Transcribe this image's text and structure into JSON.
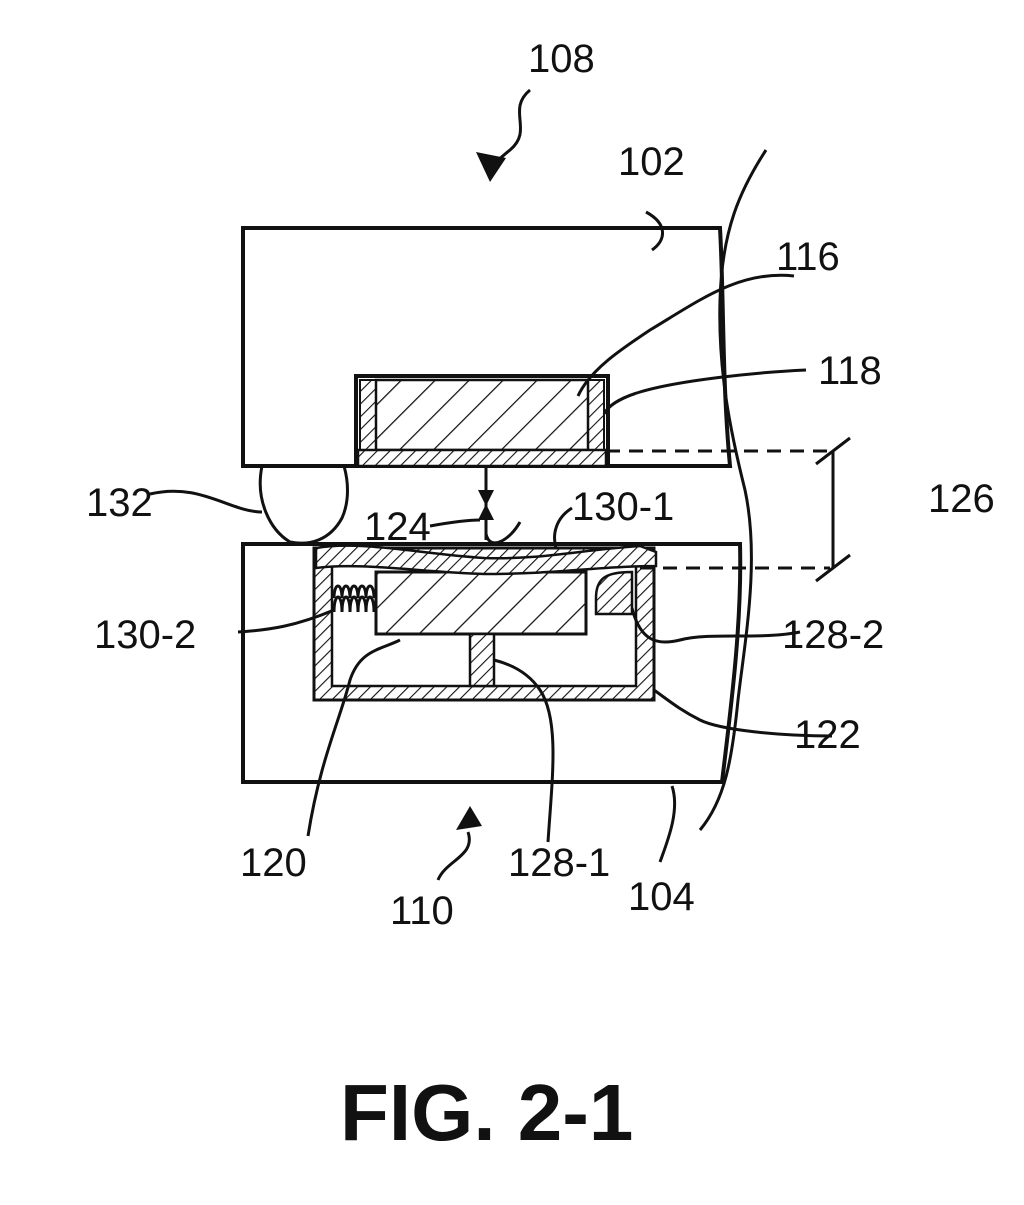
{
  "figure_title": "FIG. 2-1",
  "labels": {
    "l108": "108",
    "l102": "102",
    "l116": "116",
    "l118": "118",
    "l126": "126",
    "l132": "132",
    "l124": "124",
    "l130_1": "130-1",
    "l130_2": "130-2",
    "l128_2": "128-2",
    "l122": "122",
    "l120": "120",
    "l110": "110",
    "l128_1": "128-1",
    "l104": "104"
  }
}
